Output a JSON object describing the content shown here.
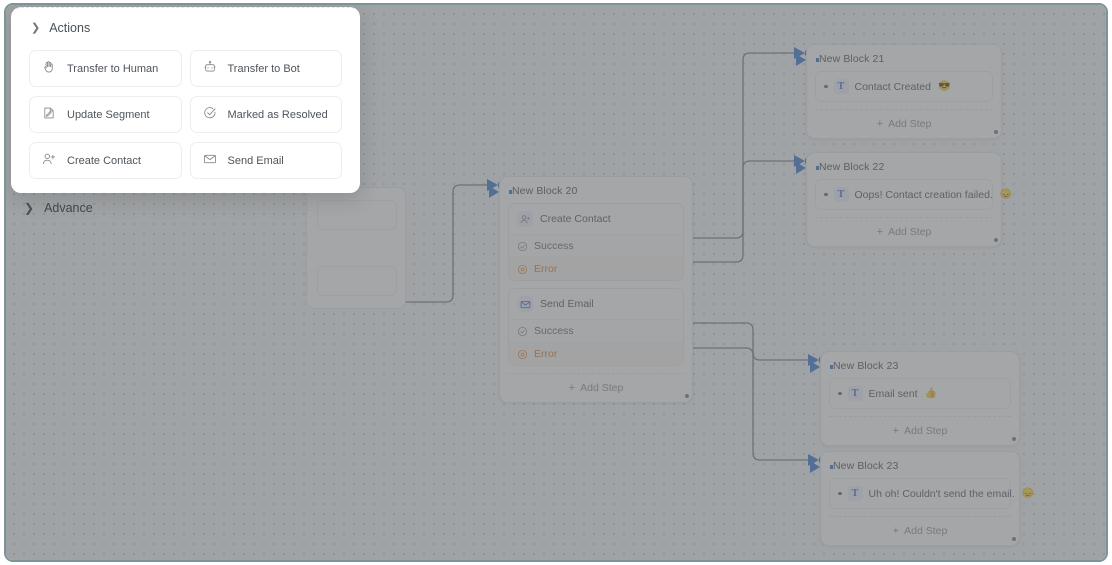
{
  "panel": {
    "title": "Actions",
    "collapse_icon": "chevron-down-icon",
    "actions": [
      {
        "label": "Transfer to Human",
        "icon": "hand-raised-icon"
      },
      {
        "label": "Transfer to Bot",
        "icon": "robot-icon"
      },
      {
        "label": "Update Segment",
        "icon": "edit-document-icon"
      },
      {
        "label": "Marked as Resolved",
        "icon": "check-circle-icon"
      },
      {
        "label": "Create Contact",
        "icon": "user-plus-icon"
      },
      {
        "label": "Send Email",
        "icon": "envelope-icon"
      }
    ]
  },
  "advance": {
    "label": "Advance",
    "expand_icon": "chevron-right-icon"
  },
  "canvas": {
    "add_step_label": "Add Step",
    "plus": "+",
    "branch_success": "Success",
    "branch_error": "Error"
  },
  "blocks": {
    "block20": {
      "title": "New Block 20",
      "steps": [
        {
          "name": "Create Contact",
          "icon": "user-plus-icon",
          "branches": [
            {
              "label": "Success",
              "type": "success"
            },
            {
              "label": "Error",
              "type": "error"
            }
          ]
        },
        {
          "name": "Send Email",
          "icon": "envelope-icon",
          "branches": [
            {
              "label": "Success",
              "type": "success"
            },
            {
              "label": "Error",
              "type": "error"
            }
          ]
        }
      ],
      "add_step": "Add Step"
    },
    "block21": {
      "title": "New Block 21",
      "message": "Contact Created",
      "emoji": "😎",
      "icon": "text-message-icon",
      "add_step": "Add Step"
    },
    "block22": {
      "title": "New Block 22",
      "message": "Oops! Contact creation failed.",
      "emoji": "😞",
      "icon": "text-message-icon",
      "add_step": "Add Step"
    },
    "block23a": {
      "title": "New Block 23",
      "message": "Email sent",
      "emoji": "👍",
      "icon": "text-message-icon",
      "add_step": "Add Step"
    },
    "block23b": {
      "title": "New Block 23",
      "message": "Uh oh! Couldn't send the email.",
      "emoji": "😞",
      "icon": "text-message-icon",
      "add_step": "Add Step"
    }
  },
  "colors": {
    "accent_blue": "#2f6fd0",
    "error_orange": "#cf7a22",
    "canvas_bg": "#f4f6f8",
    "frame_border": "#7e9397",
    "text_primary": "#454d54",
    "text_muted": "#868e96"
  }
}
